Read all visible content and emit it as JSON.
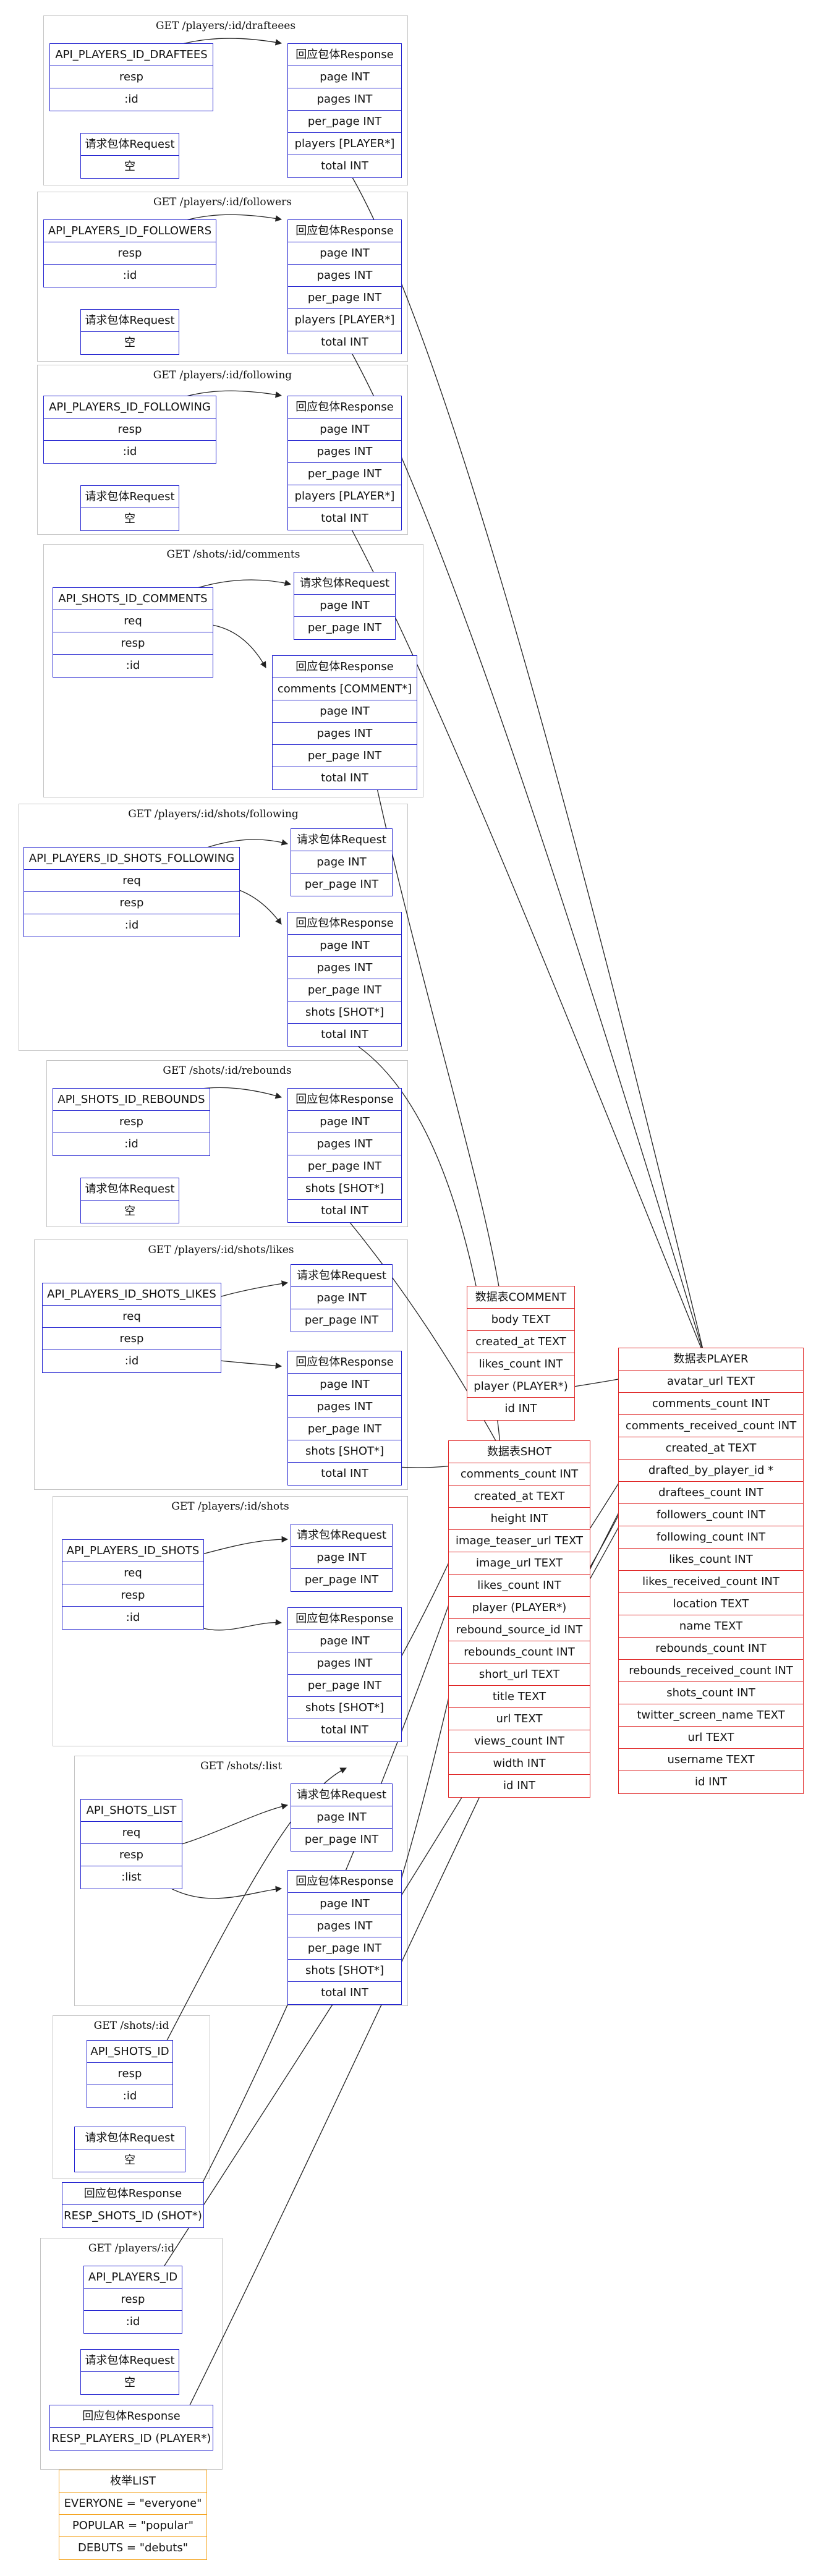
{
  "clusters": [
    {
      "id": "c1",
      "title": "GET /players/:id/drafteees",
      "tables": [
        {
          "id": "t_api_players_id_draftees",
          "rows": [
            "API_PLAYERS_ID_DRAFTEES",
            "resp",
            ":id"
          ]
        },
        {
          "id": "t_req_draftees",
          "rows": [
            "请求包体Request",
            "空"
          ]
        },
        {
          "id": "t_resp_draftees",
          "rows": [
            "回应包体Response",
            "page INT",
            "pages INT",
            "per_page INT",
            "players [PLAYER*]",
            "total INT"
          ]
        }
      ]
    },
    {
      "id": "c2",
      "title": "GET /players/:id/followers",
      "tables": [
        {
          "id": "t_api_players_id_followers",
          "rows": [
            "API_PLAYERS_ID_FOLLOWERS",
            "resp",
            ":id"
          ]
        },
        {
          "id": "t_req_followers",
          "rows": [
            "请求包体Request",
            "空"
          ]
        },
        {
          "id": "t_resp_followers",
          "rows": [
            "回应包体Response",
            "page INT",
            "pages INT",
            "per_page INT",
            "players [PLAYER*]",
            "total INT"
          ]
        }
      ]
    },
    {
      "id": "c3",
      "title": "GET /players/:id/following",
      "tables": [
        {
          "id": "t_api_players_id_following",
          "rows": [
            "API_PLAYERS_ID_FOLLOWING",
            "resp",
            ":id"
          ]
        },
        {
          "id": "t_req_following",
          "rows": [
            "请求包体Request",
            "空"
          ]
        },
        {
          "id": "t_resp_following",
          "rows": [
            "回应包体Response",
            "page INT",
            "pages INT",
            "per_page INT",
            "players [PLAYER*]",
            "total INT"
          ]
        }
      ]
    },
    {
      "id": "c4",
      "title": "GET /shots/:id/comments",
      "tables": [
        {
          "id": "t_api_shots_id_comments",
          "rows": [
            "API_SHOTS_ID_COMMENTS",
            "req",
            "resp",
            ":id"
          ]
        },
        {
          "id": "t_req_comments",
          "rows": [
            "请求包体Request",
            "page INT",
            "per_page INT"
          ]
        },
        {
          "id": "t_resp_comments",
          "rows": [
            "回应包体Response",
            "comments [COMMENT*]",
            "page INT",
            "pages INT",
            "per_page INT",
            "total INT"
          ]
        }
      ]
    },
    {
      "id": "c5",
      "title": "GET /players/:id/shots/following",
      "tables": [
        {
          "id": "t_api_players_id_shots_following",
          "rows": [
            "API_PLAYERS_ID_SHOTS_FOLLOWING",
            "req",
            "resp",
            ":id"
          ]
        },
        {
          "id": "t_req_shots_following",
          "rows": [
            "请求包体Request",
            "page INT",
            "per_page INT"
          ]
        },
        {
          "id": "t_resp_shots_following",
          "rows": [
            "回应包体Response",
            "page INT",
            "pages INT",
            "per_page INT",
            "shots [SHOT*]",
            "total INT"
          ]
        }
      ]
    },
    {
      "id": "c6",
      "title": "GET /shots/:id/rebounds",
      "tables": [
        {
          "id": "t_api_shots_id_rebounds",
          "rows": [
            "API_SHOTS_ID_REBOUNDS",
            "resp",
            ":id"
          ]
        },
        {
          "id": "t_req_rebounds",
          "rows": [
            "请求包体Request",
            "空"
          ]
        },
        {
          "id": "t_resp_rebounds",
          "rows": [
            "回应包体Response",
            "page INT",
            "pages INT",
            "per_page INT",
            "shots [SHOT*]",
            "total INT"
          ]
        }
      ]
    },
    {
      "id": "c7",
      "title": "GET /players/:id/shots/likes",
      "tables": [
        {
          "id": "t_api_players_id_shots_likes",
          "rows": [
            "API_PLAYERS_ID_SHOTS_LIKES",
            "req",
            "resp",
            ":id"
          ]
        },
        {
          "id": "t_req_shots_likes",
          "rows": [
            "请求包体Request",
            "page INT",
            "per_page INT"
          ]
        },
        {
          "id": "t_resp_shots_likes",
          "rows": [
            "回应包体Response",
            "page INT",
            "pages INT",
            "per_page INT",
            "shots [SHOT*]",
            "total INT"
          ]
        }
      ]
    },
    {
      "id": "c8",
      "title": "GET /players/:id/shots",
      "tables": [
        {
          "id": "t_api_players_id_shots",
          "rows": [
            "API_PLAYERS_ID_SHOTS",
            "req",
            "resp",
            ":id"
          ]
        },
        {
          "id": "t_req_players_shots",
          "rows": [
            "请求包体Request",
            "page INT",
            "per_page INT"
          ]
        },
        {
          "id": "t_resp_players_shots",
          "rows": [
            "回应包体Response",
            "page INT",
            "pages INT",
            "per_page INT",
            "shots [SHOT*]",
            "total INT"
          ]
        }
      ]
    },
    {
      "id": "c9",
      "title": "GET /shots/:list",
      "tables": [
        {
          "id": "t_api_shots_list",
          "rows": [
            "API_SHOTS_LIST",
            "req",
            "resp",
            ":list"
          ]
        },
        {
          "id": "t_req_shots_list",
          "rows": [
            "请求包体Request",
            "page INT",
            "per_page INT"
          ]
        },
        {
          "id": "t_resp_shots_list",
          "rows": [
            "回应包体Response",
            "page INT",
            "pages INT",
            "per_page INT",
            "shots [SHOT*]",
            "total INT"
          ]
        }
      ]
    },
    {
      "id": "c10",
      "title": "GET /shots/:id",
      "tables": [
        {
          "id": "t_api_shots_id",
          "rows": [
            "API_SHOTS_ID",
            "resp",
            ":id"
          ]
        },
        {
          "id": "t_req_shots_id",
          "rows": [
            "请求包体Request",
            "空"
          ]
        },
        {
          "id": "t_resp_shots_id",
          "rows": [
            "回应包体Response",
            "RESP_SHOTS_ID (SHOT*)"
          ]
        }
      ]
    },
    {
      "id": "c11",
      "title": "GET /players/:id",
      "tables": [
        {
          "id": "t_api_players_id",
          "rows": [
            "API_PLAYERS_ID",
            "resp",
            ":id"
          ]
        },
        {
          "id": "t_req_players_id",
          "rows": [
            "请求包体Request",
            "空"
          ]
        },
        {
          "id": "t_resp_players_id",
          "rows": [
            "回应包体Response",
            "RESP_PLAYERS_ID (PLAYER*)"
          ]
        }
      ]
    }
  ],
  "entities": [
    {
      "id": "t_comment",
      "rows": [
        "数据表COMMENT",
        "body TEXT",
        "created_at TEXT",
        "likes_count INT",
        "player (PLAYER*)",
        "id INT"
      ]
    },
    {
      "id": "t_shot",
      "rows": [
        "数据表SHOT",
        "comments_count INT",
        "created_at TEXT",
        "height INT",
        "image_teaser_url TEXT",
        "image_url TEXT",
        "likes_count INT",
        "player (PLAYER*)",
        "rebound_source_id INT",
        "rebounds_count INT",
        "short_url TEXT",
        "title TEXT",
        "url TEXT",
        "views_count INT",
        "width INT",
        "id INT"
      ]
    },
    {
      "id": "t_player",
      "rows": [
        "数据表PLAYER",
        "avatar_url TEXT",
        "comments_count INT",
        "comments_received_count INT",
        "created_at TEXT",
        "drafted_by_player_id *",
        "draftees_count INT",
        "followers_count INT",
        "following_count INT",
        "likes_count INT",
        "likes_received_count INT",
        "location TEXT",
        "name TEXT",
        "rebounds_count INT",
        "rebounds_received_count INT",
        "shots_count INT",
        "twitter_screen_name TEXT",
        "url TEXT",
        "username TEXT",
        "id INT"
      ]
    },
    {
      "id": "t_enum_list",
      "rows": [
        "枚举LIST",
        "EVERYONE = \"everyone\"",
        "POPULAR = \"popular\"",
        "DEBUTS = \"debuts\""
      ]
    }
  ],
  "colors": {
    "api": "#2323d0",
    "entity": "#e02828",
    "enum": "#f5a623",
    "cluster": "#c4c4c4",
    "edge": "#222222"
  }
}
